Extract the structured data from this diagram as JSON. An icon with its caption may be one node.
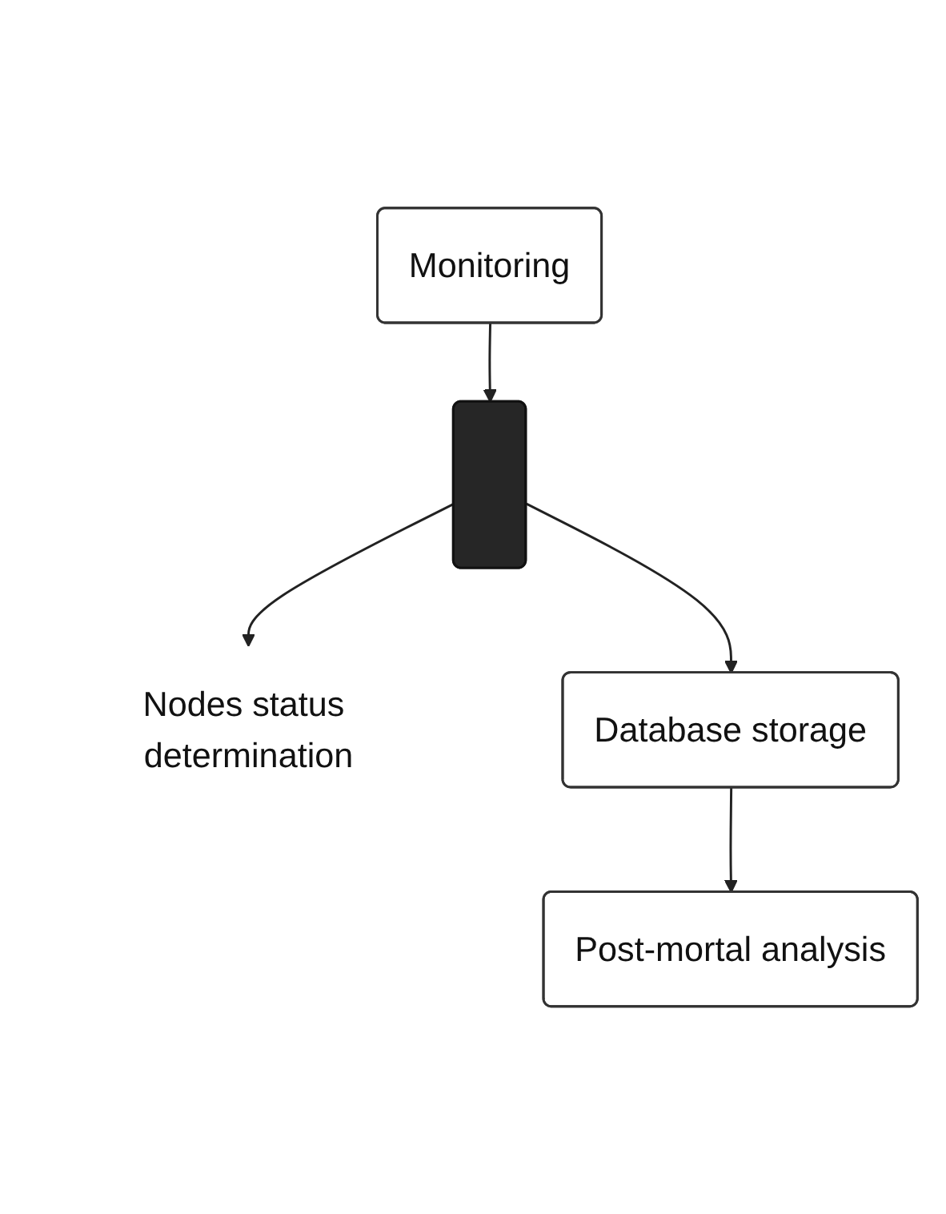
{
  "diagram": {
    "nodes": [
      {
        "text": [
          "Monitoring"
        ]
      },
      {
        "text": [],
        "shape": "box"
      },
      {
        "text": [
          "Nodes status determination"
        ]
      },
      {
        "text": [
          "Database storage"
        ]
      },
      {
        "text": [
          "Post-mortal analysis"
        ]
      }
    ],
    "edges": [
      {
        "from": 0,
        "to": 1,
        "arrow": "to"
      },
      {
        "from": 1,
        "to": 2,
        "arrow": "to"
      },
      {
        "from": 1,
        "to": 3,
        "arrow": "to"
      },
      {
        "from": 3,
        "to": 4,
        "arrow": "to"
      }
    ]
  }
}
